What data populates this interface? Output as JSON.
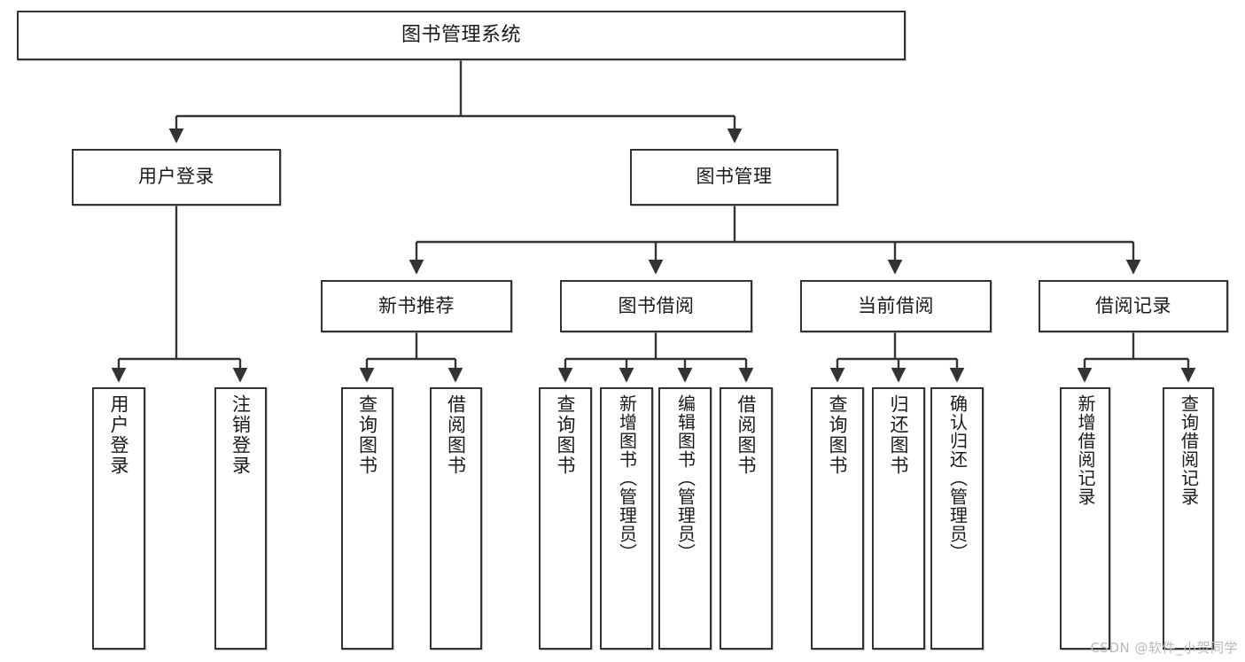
{
  "diagram": {
    "title": "图书管理系统",
    "watermark": "CSDN @软件_小贺同学",
    "line_color": "#333333",
    "node_fill": "#ffffff",
    "text_color": "#1a1a1a",
    "nodes": {
      "root": "图书管理系统",
      "l2": {
        "user_login": "用户登录",
        "book_manage": "图书管理"
      },
      "l3": {
        "new_book_recommend": "新书推荐",
        "book_borrow": "图书借阅",
        "current_borrow": "当前借阅",
        "borrow_record": "借阅记录"
      },
      "leaves": {
        "user_login_1": "用户登录",
        "user_login_2": "注销登录",
        "recommend_1": "查询图书",
        "recommend_2": "借阅图书",
        "borrow_1": "查询图书",
        "borrow_2": "新增图书（管理员）",
        "borrow_3": "编辑图书（管理员）",
        "borrow_4": "借阅图书",
        "current_1": "查询图书",
        "current_2": "归还图书",
        "current_3": "确认归还（管理员）",
        "record_1": "新增借阅记录",
        "record_2": "查询借阅记录"
      }
    }
  }
}
